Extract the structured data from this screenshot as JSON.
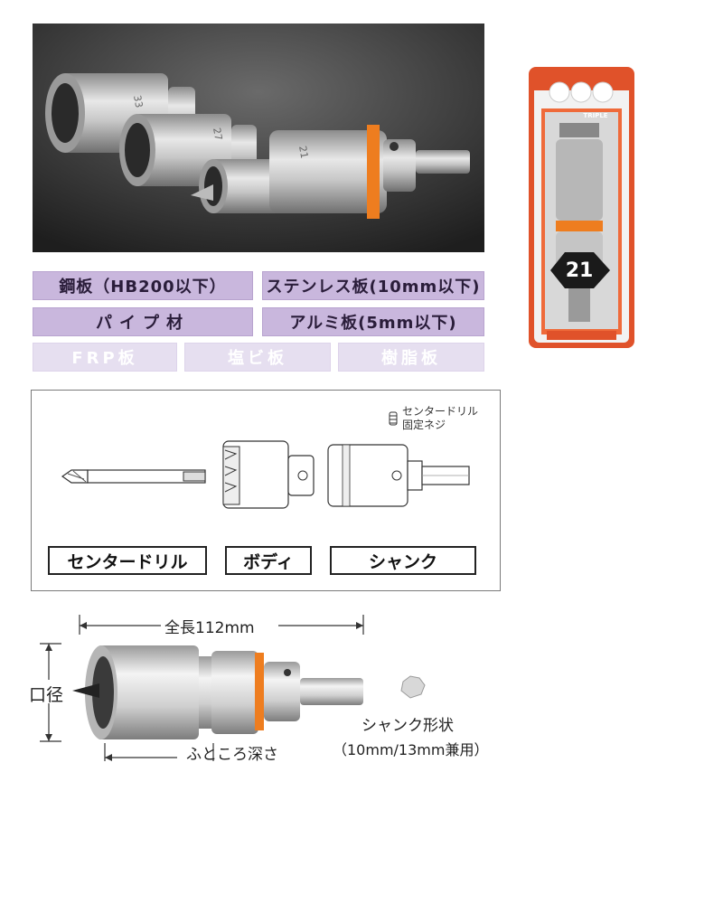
{
  "materials": {
    "primary": [
      {
        "label": "鋼板（HB200以下）"
      },
      {
        "label": "ステンレス板(10mm以下)"
      },
      {
        "label": "パイプ材"
      },
      {
        "label": "アルミ板(5mm以下)"
      }
    ],
    "secondary": [
      {
        "label": "FRP板"
      },
      {
        "label": "塩ビ板"
      },
      {
        "label": "樹脂板"
      }
    ]
  },
  "package": {
    "brand": "TRIPLE",
    "size_number": "21"
  },
  "parts": {
    "note_line1": "センタードリル",
    "note_line2": "固定ネジ",
    "labels": [
      "センタードリル",
      "ボディ",
      "シャンク"
    ]
  },
  "dimensions": {
    "total_length": "全長112mm",
    "diameter": "口径",
    "depth": "ふところ深さ",
    "shank_shape": "シャンク形状",
    "shank_sizes": "（10mm/13mm兼用）"
  },
  "colors": {
    "primary_band": "#c9b7dd",
    "secondary_band": "#e6dff0",
    "accent_orange": "#ee7d1f"
  }
}
